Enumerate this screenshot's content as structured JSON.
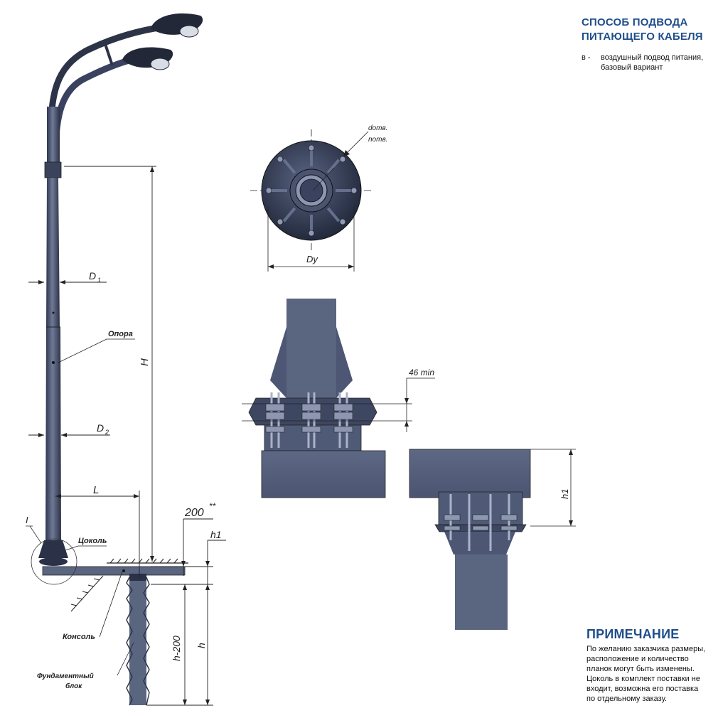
{
  "supply": {
    "title_line1": "Способ подвода",
    "title_line2": "питающего кабеля",
    "item_marker": "в  -",
    "item_line1": "воздушный подвод питания,",
    "item_line2": "базовый вариант"
  },
  "note": {
    "title": "Примечание",
    "lines": [
      "По желанию заказчика размеры,",
      "расположение и количество",
      "планок могут быть изменены.",
      "Цоколь в комплект поставки не",
      "входит, возможна его поставка",
      "по отдельному заказу."
    ]
  },
  "labels": {
    "d1": "D",
    "d1_sub": "1",
    "d2": "D",
    "d2_sub": "2",
    "H": "H",
    "L": "L",
    "opora": "Опора",
    "tsokol": "Цоколь",
    "konsol": "Консоль",
    "fund_line1": "Фундаментный",
    "fund_line2": "блок",
    "detail_mark": "I",
    "dim_200": "200",
    "dim_200_marks": "**",
    "h1_top": "h1",
    "h": "h",
    "h_minus_200": "h-200",
    "d_otv": "dотв.",
    "n_otv": "nотв.",
    "dy": "Dy",
    "min46": "46 min",
    "h1_right": "h1"
  },
  "colors": {
    "heading": "#1f4e8a",
    "steel": "#5a6580",
    "steel_dark": "#2e3447",
    "line": "#222222"
  }
}
